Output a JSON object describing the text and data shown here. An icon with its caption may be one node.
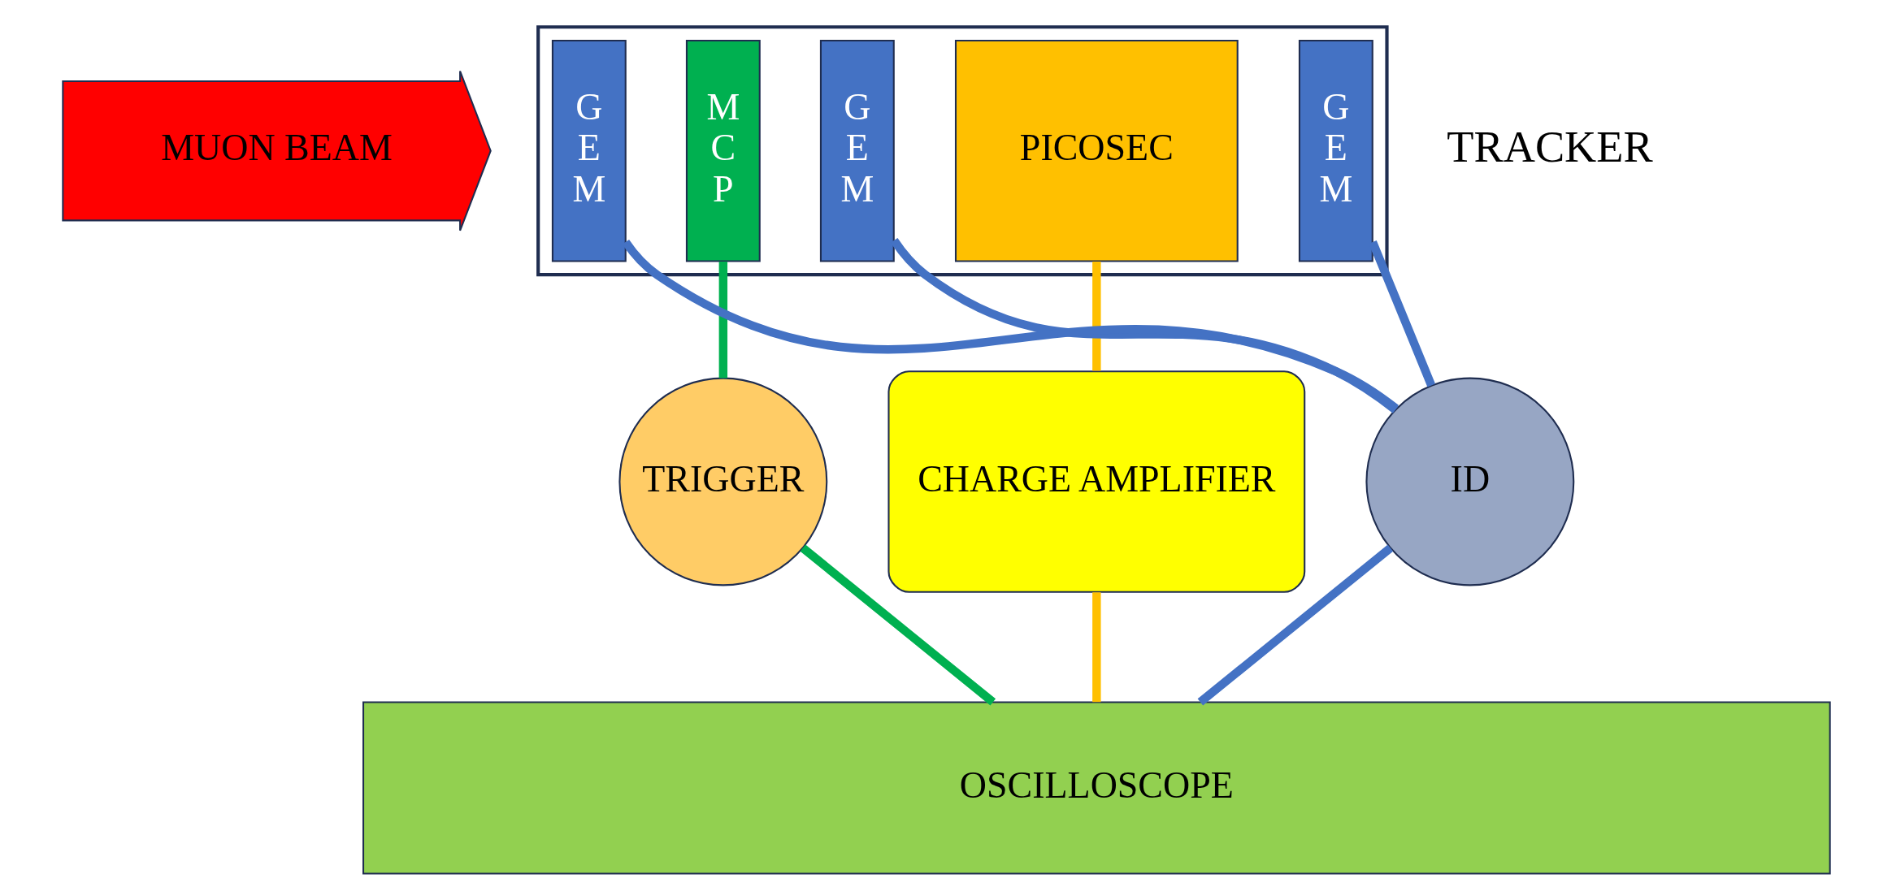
{
  "diagram": {
    "nodes": [
      {
        "text": [
          "MUON BEAM"
        ]
      },
      {
        "text": [],
        "shape": "box"
      },
      {
        "text": [
          "G E M"
        ],
        "in": 1
      },
      {
        "text": [
          "M C P"
        ],
        "in": 1
      },
      {
        "text": [
          "G E M"
        ],
        "in": 1
      },
      {
        "text": [
          "PICOSEC"
        ],
        "in": 1
      },
      {
        "text": [
          "G E M"
        ],
        "in": 1
      },
      {
        "text": [
          "ID"
        ]
      },
      {
        "text": [
          "TRIGGER"
        ]
      },
      {
        "text": [
          "CHARGE AMPLIFIER"
        ]
      },
      {
        "text": [
          "OSCILLOSCOPE"
        ]
      }
    ],
    "edges": [
      {
        "from": 7,
        "to": 2,
        "arrow": "none",
        "color": "#4472c4"
      },
      {
        "from": 7,
        "to": 4,
        "arrow": "none",
        "color": "#4472c4"
      },
      {
        "from": 7,
        "to": 6,
        "arrow": "none",
        "color": "#4472c4"
      },
      {
        "from": 3,
        "to": 8,
        "arrow": "none",
        "color": "#00b050"
      },
      {
        "from": 5,
        "to": 9,
        "arrow": "none",
        "color": "#ffc000"
      },
      {
        "from": 7,
        "to": 10,
        "arrow": "none",
        "color": "#4472c4"
      },
      {
        "from": 8,
        "to": 10,
        "arrow": "none",
        "color": "#00b050"
      },
      {
        "from": 9,
        "to": 10,
        "arrow": "none",
        "color": "#ffc000"
      }
    ],
    "labels": [
      "TRACKER"
    ]
  }
}
